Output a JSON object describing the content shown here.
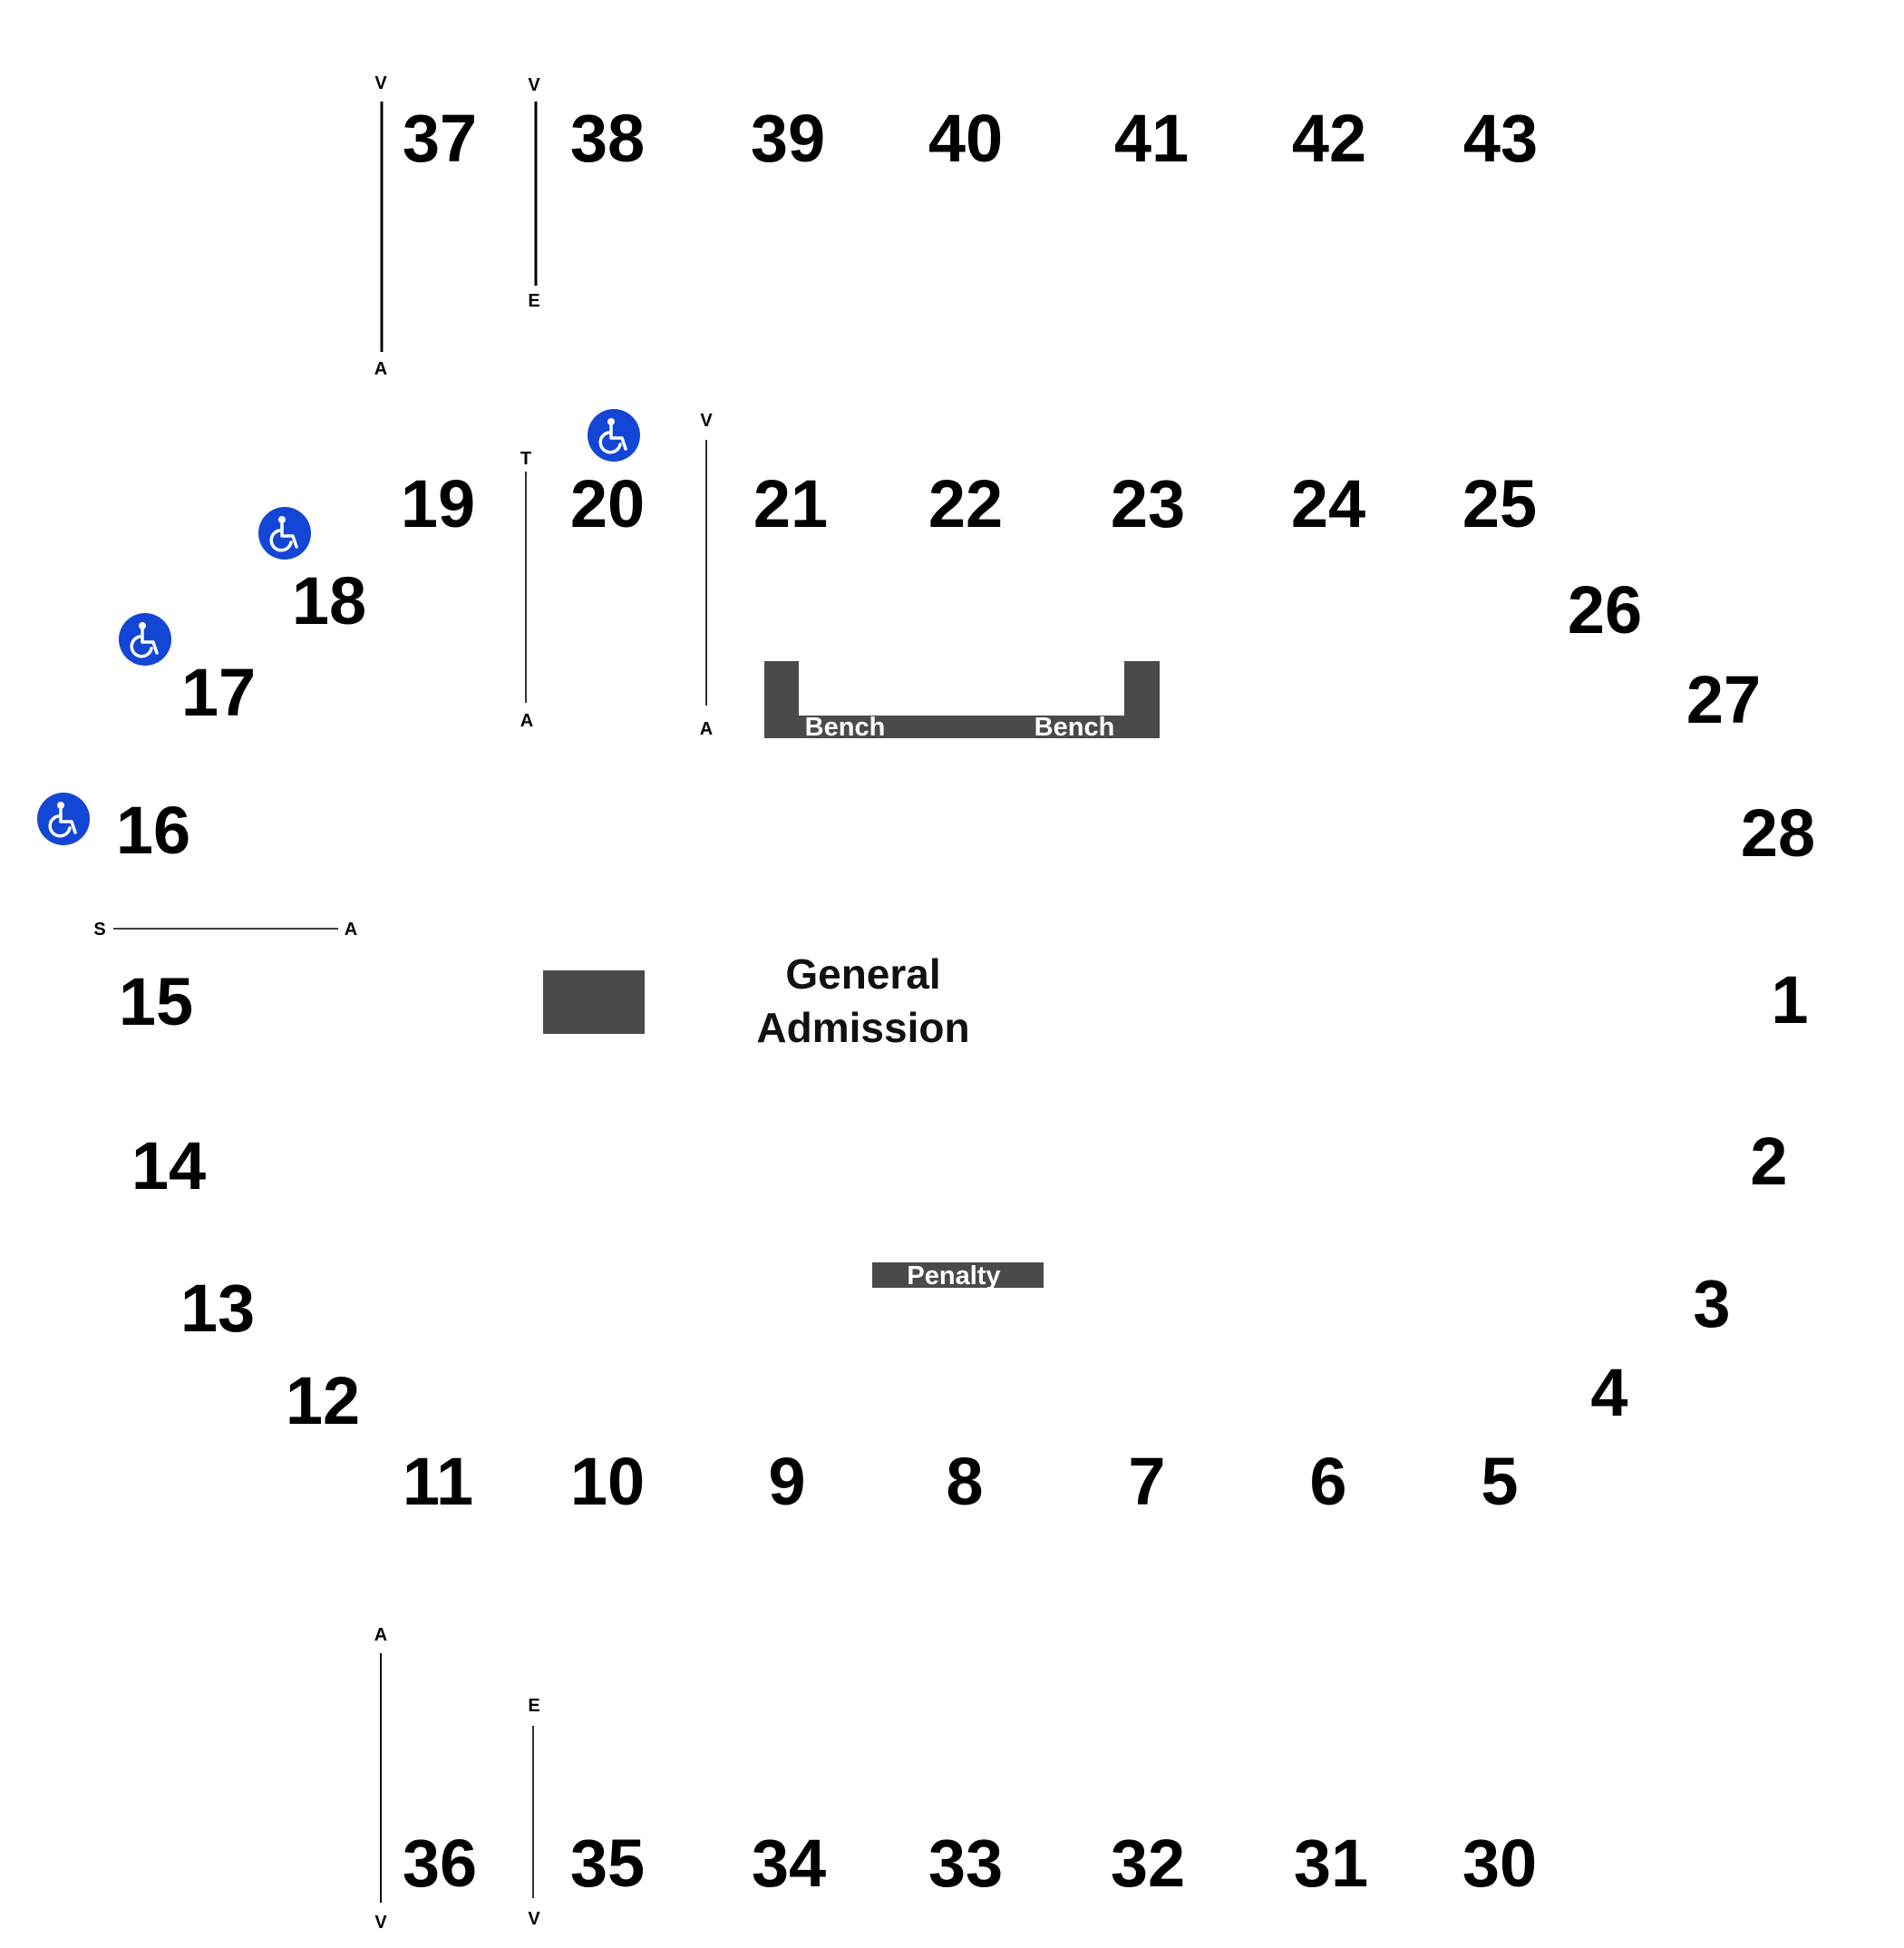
{
  "colors": {
    "background": "#ffffff",
    "section_label": "#000000",
    "fixture_fill": "#4a4a4a",
    "accessible_icon_bg": "#1446d6",
    "accessible_icon_fg": "#ffffff"
  },
  "sections": [
    "37",
    "38",
    "39",
    "40",
    "41",
    "42",
    "43",
    "19",
    "20",
    "21",
    "22",
    "23",
    "24",
    "25",
    "26",
    "27",
    "18",
    "17",
    "16",
    "28",
    "15",
    "1",
    "14",
    "2",
    "13",
    "3",
    "12",
    "4",
    "11",
    "10",
    "9",
    "8",
    "7",
    "6",
    "5",
    "36",
    "35",
    "34",
    "33",
    "32",
    "31",
    "30"
  ],
  "row_markers": [
    "V",
    "A",
    "V",
    "E",
    "T",
    "A",
    "V",
    "A",
    "S",
    "A",
    "A",
    "V",
    "E",
    "V"
  ],
  "floor": {
    "general_admission": [
      "General",
      "Admission"
    ],
    "bench_left": "Bench",
    "bench_right": "Bench",
    "penalty": "Penalty"
  },
  "accessible_icon": "wheelchair-icon",
  "accessible_seating_count": 4
}
